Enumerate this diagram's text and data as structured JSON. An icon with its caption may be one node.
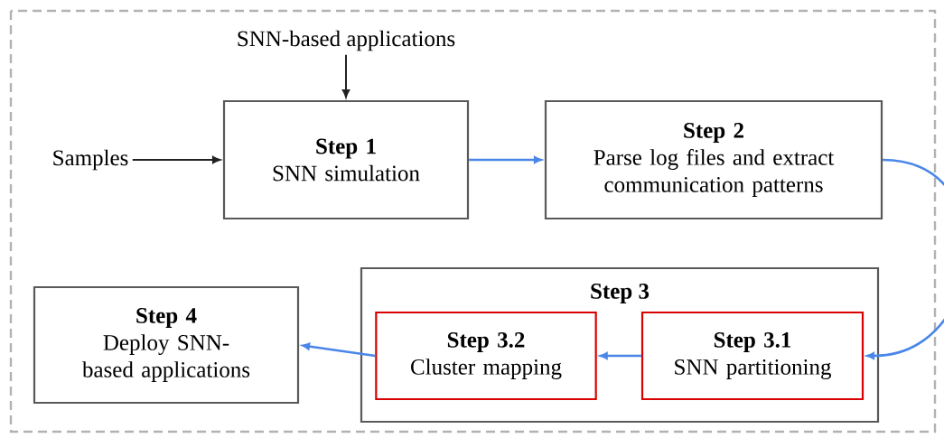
{
  "diagram": {
    "nodes": [
      {
        "text": [
          "SNN-based applications"
        ]
      },
      {
        "text": [
          "Samples"
        ]
      },
      {
        "text": [
          "Step 1",
          "SNN simulation"
        ]
      },
      {
        "text": [
          "Step 2",
          "Parse log files and extract communication patterns"
        ]
      },
      {
        "text": [
          "Step 3"
        ]
      },
      {
        "text": [
          "Step 3.1",
          "SNN partitioning"
        ],
        "in": 4
      },
      {
        "text": [
          "Step 3.2",
          "Cluster mapping"
        ],
        "in": 4
      },
      {
        "text": [
          "Step 4",
          "Deploy SNN-based applications"
        ]
      }
    ],
    "edges": [
      {
        "from": 0,
        "to": 2,
        "arrow": "to",
        "color": "#222222"
      },
      {
        "from": 1,
        "to": 2,
        "arrow": "to",
        "color": "#222222"
      },
      {
        "from": 2,
        "to": 3,
        "arrow": "to"
      },
      {
        "from": 3,
        "to": 5,
        "arrow": "to"
      },
      {
        "from": 5,
        "to": 6,
        "arrow": "to"
      },
      {
        "from": 6,
        "to": 7,
        "arrow": "to"
      }
    ]
  }
}
